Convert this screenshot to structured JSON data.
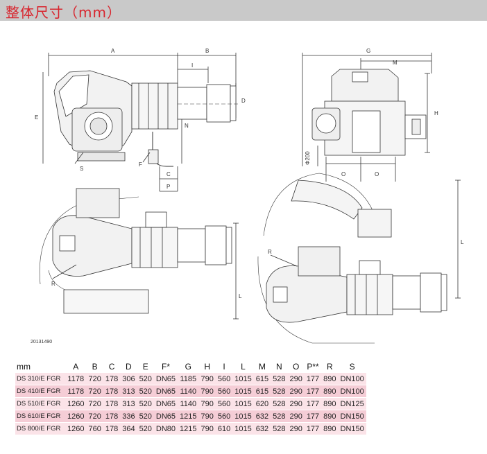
{
  "header": {
    "title": "整体尺寸（mm）"
  },
  "diagram": {
    "dim_labels": {
      "A": "A",
      "B": "B",
      "I": "I",
      "D": "D",
      "E": "E",
      "N": "N",
      "S": "S",
      "F": "F",
      "C": "C",
      "P": "P",
      "G": "G",
      "M": "M",
      "H": "H",
      "O1": "O",
      "O2": "O",
      "phi200": "Φ200",
      "R1": "R",
      "L1": "L",
      "R2": "R",
      "L2": "L"
    },
    "ref_code": "20131490"
  },
  "table": {
    "columns": [
      "mm",
      "A",
      "B",
      "C",
      "D",
      "E",
      "F*",
      "G",
      "H",
      "I",
      "L",
      "M",
      "N",
      "O",
      "P**",
      "R",
      "S"
    ],
    "rows": [
      [
        "DS 310/E FGR",
        "1178",
        "720",
        "178",
        "306",
        "520",
        "DN65",
        "1185",
        "790",
        "560",
        "1015",
        "615",
        "528",
        "290",
        "177",
        "890",
        "DN100"
      ],
      [
        "DS 410/E FGR",
        "1178",
        "720",
        "178",
        "313",
        "520",
        "DN65",
        "1140",
        "790",
        "560",
        "1015",
        "615",
        "528",
        "290",
        "177",
        "890",
        "DN100"
      ],
      [
        "DS 510/E FGR",
        "1260",
        "720",
        "178",
        "313",
        "520",
        "DN65",
        "1140",
        "790",
        "560",
        "1015",
        "620",
        "528",
        "290",
        "177",
        "890",
        "DN125"
      ],
      [
        "DS 610/E FGR",
        "1260",
        "720",
        "178",
        "336",
        "520",
        "DN65",
        "1215",
        "790",
        "560",
        "1015",
        "632",
        "528",
        "290",
        "177",
        "890",
        "DN150"
      ],
      [
        "DS 800/E FGR",
        "1260",
        "760",
        "178",
        "364",
        "520",
        "DN80",
        "1215",
        "790",
        "610",
        "1015",
        "632",
        "528",
        "290",
        "177",
        "890",
        "DN150"
      ]
    ]
  }
}
